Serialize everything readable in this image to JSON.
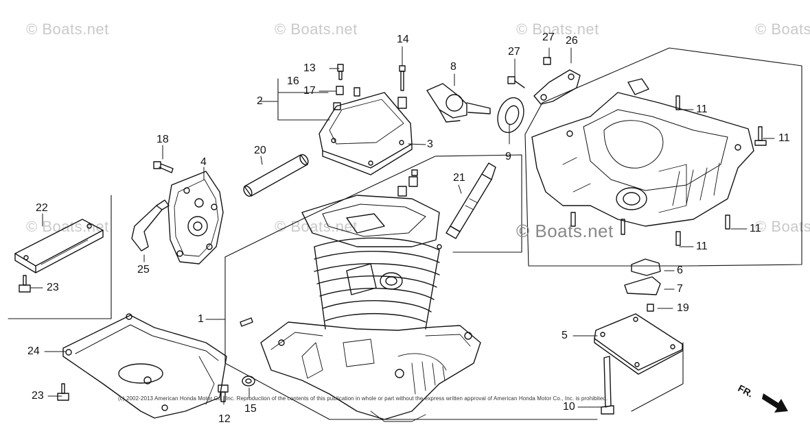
{
  "watermarks": [
    "© Boats.net",
    "© Boats.net",
    "© Boats.net",
    "© Boats",
    "© Boats.net",
    "© Boats.net",
    "© Boats"
  ],
  "center_watermark": "© Boats.net",
  "part_numbers": {
    "n1": "1",
    "n2": "2",
    "n3": "3",
    "n4": "4",
    "n5": "5",
    "n6": "6",
    "n7": "7",
    "n8": "8",
    "n9": "9",
    "n10": "10",
    "n11a": "11",
    "n11b": "11",
    "n11c": "11",
    "n11d": "11",
    "n12": "12",
    "n13": "13",
    "n14": "14",
    "n15": "15",
    "n16": "16",
    "n17": "17",
    "n18": "18",
    "n19": "19",
    "n20": "20",
    "n21": "21",
    "n22": "22",
    "n23a": "23",
    "n23b": "23",
    "n24": "24",
    "n25": "25",
    "n26": "26",
    "n27a": "27",
    "n27b": "27"
  },
  "copyright": "(c) 2002-2013 American Honda Motor Co., Inc. Reproduction of the contents of this publication in whole or part without the express written approval of American Honda Motor Co., Inc. is prohibited.",
  "direction_label": "FR."
}
